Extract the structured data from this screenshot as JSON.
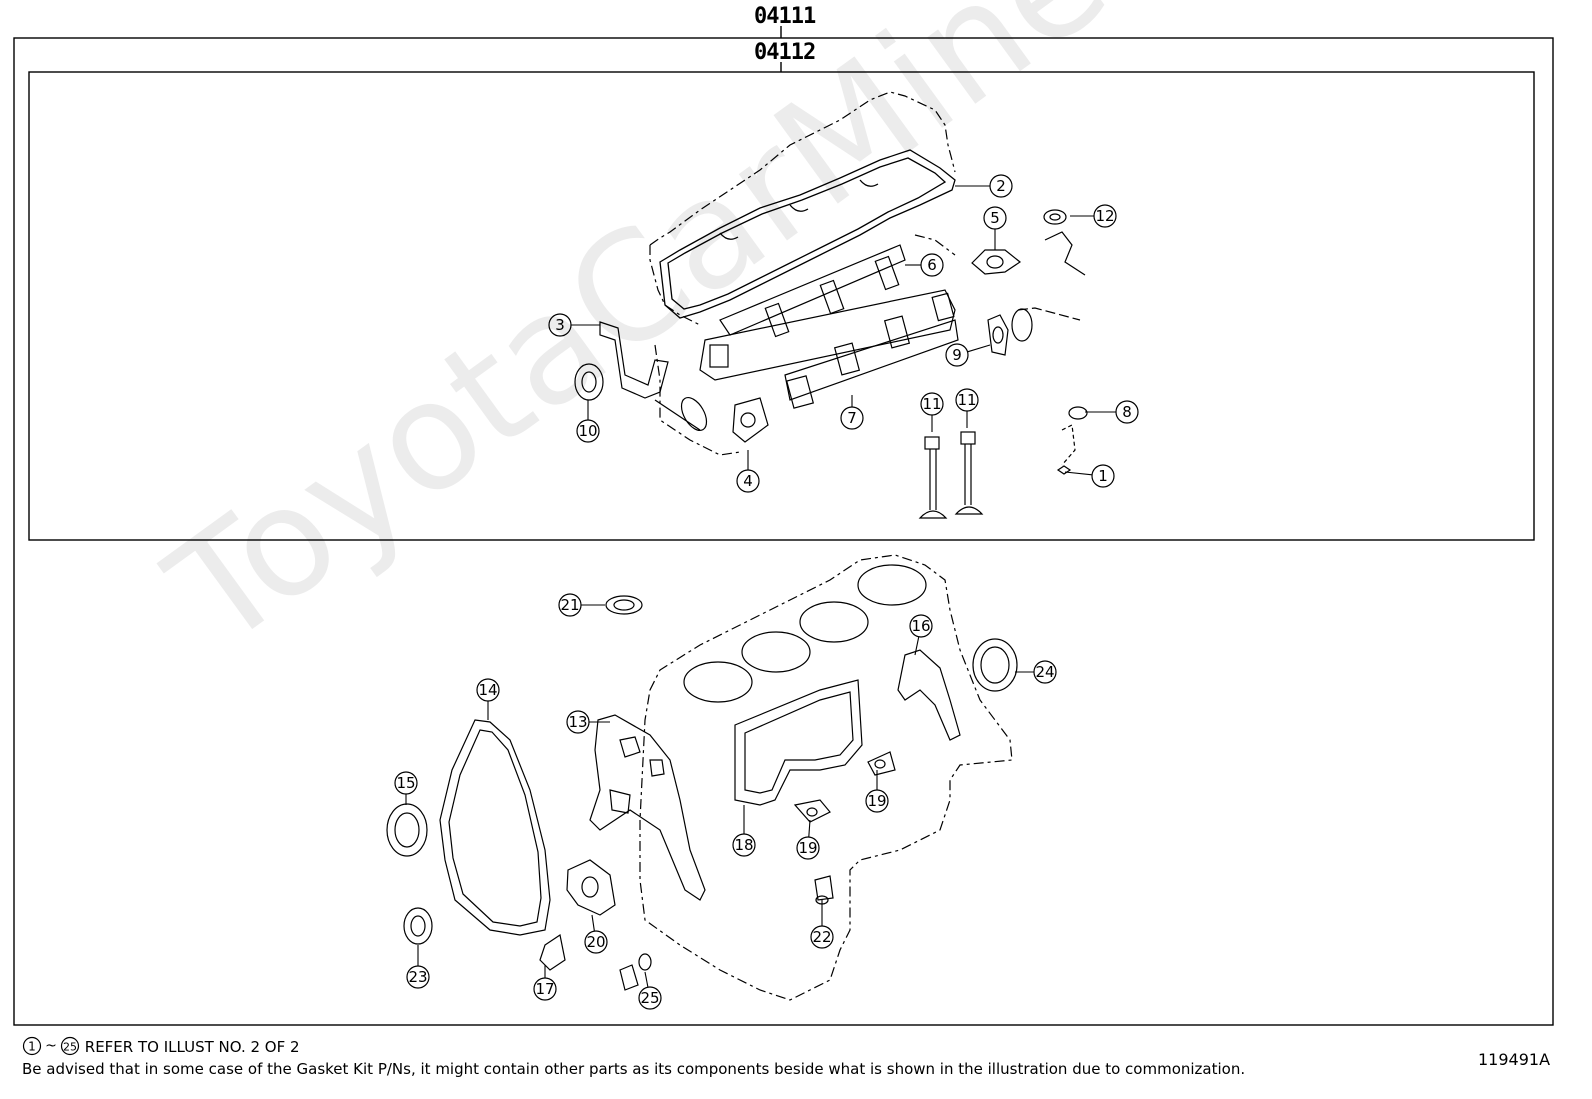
{
  "kit_codes": {
    "outer": "04111",
    "inner": "04112"
  },
  "watermark": "ToyotaCarMine.ru",
  "notes": {
    "refer": "REFER TO ILLUST NO. 2 OF 2",
    "refer_range_start": "1",
    "refer_range_end": "25",
    "disclaimer": "Be advised that in some case of the Gasket Kit P/Ns,  it might contain other parts as its components beside what is shown in the illustration due to commonization."
  },
  "illustration_id": "119491A",
  "callouts": [
    "1",
    "2",
    "3",
    "4",
    "5",
    "6",
    "7",
    "8",
    "9",
    "10",
    "11",
    "11",
    "12",
    "13",
    "14",
    "15",
    "16",
    "17",
    "18",
    "19",
    "19",
    "20",
    "21",
    "22",
    "23",
    "24",
    "25"
  ]
}
